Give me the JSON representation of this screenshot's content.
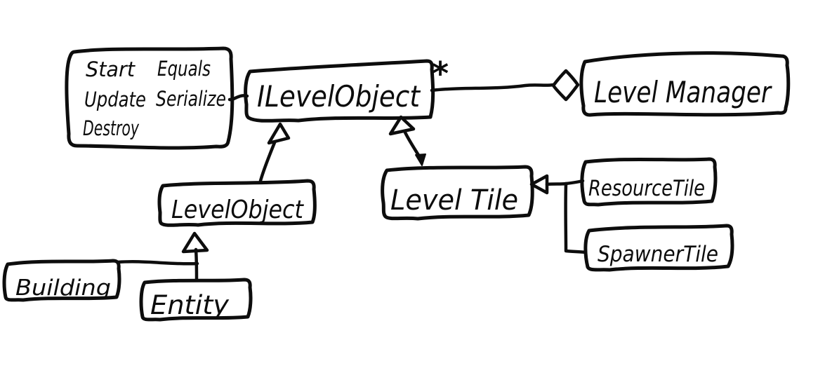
{
  "canvas": {
    "background": "#ffffff",
    "ink_color": "#0d0d0d"
  },
  "diagram": {
    "type": "uml-class-diagram",
    "style": "hand-drawn",
    "multiplicity_star": "*",
    "nodes": {
      "methods_note": {
        "column1": [
          "Start",
          "Update",
          "Destroy"
        ],
        "column2": [
          "Equals",
          "Serialize"
        ]
      },
      "ilevelobject": {
        "label": "ILevelObject"
      },
      "levelmanager": {
        "label": "Level Manager"
      },
      "levelobject": {
        "label": "LevelObject"
      },
      "leveltile": {
        "label": "Level Tile"
      },
      "resourcetile": {
        "label": "ResourceTile"
      },
      "spawnertile": {
        "label": "SpawnerTile"
      },
      "building": {
        "label": "Building"
      },
      "entity": {
        "label": "Entity"
      }
    },
    "relationships": [
      {
        "from": "methods_note",
        "to": "ILevelObject",
        "type": "note-attachment"
      },
      {
        "from": "ILevelObject",
        "to": "LevelManager",
        "type": "aggregation",
        "multiplicity": "*"
      },
      {
        "from": "LevelObject",
        "to": "ILevelObject",
        "type": "realization-hollow-triangle"
      },
      {
        "from": "LevelTile",
        "to": "ILevelObject",
        "type": "realization-hollow-triangle"
      },
      {
        "from": "ResourceTile",
        "to": "LevelTile",
        "type": "inheritance-hollow-triangle"
      },
      {
        "from": "SpawnerTile",
        "to": "LevelTile",
        "type": "inheritance-hollow-triangle"
      },
      {
        "from": "Building",
        "to": "LevelObject",
        "type": "inheritance-hollow-triangle"
      },
      {
        "from": "Entity",
        "to": "LevelObject",
        "type": "inheritance-hollow-triangle"
      }
    ]
  }
}
